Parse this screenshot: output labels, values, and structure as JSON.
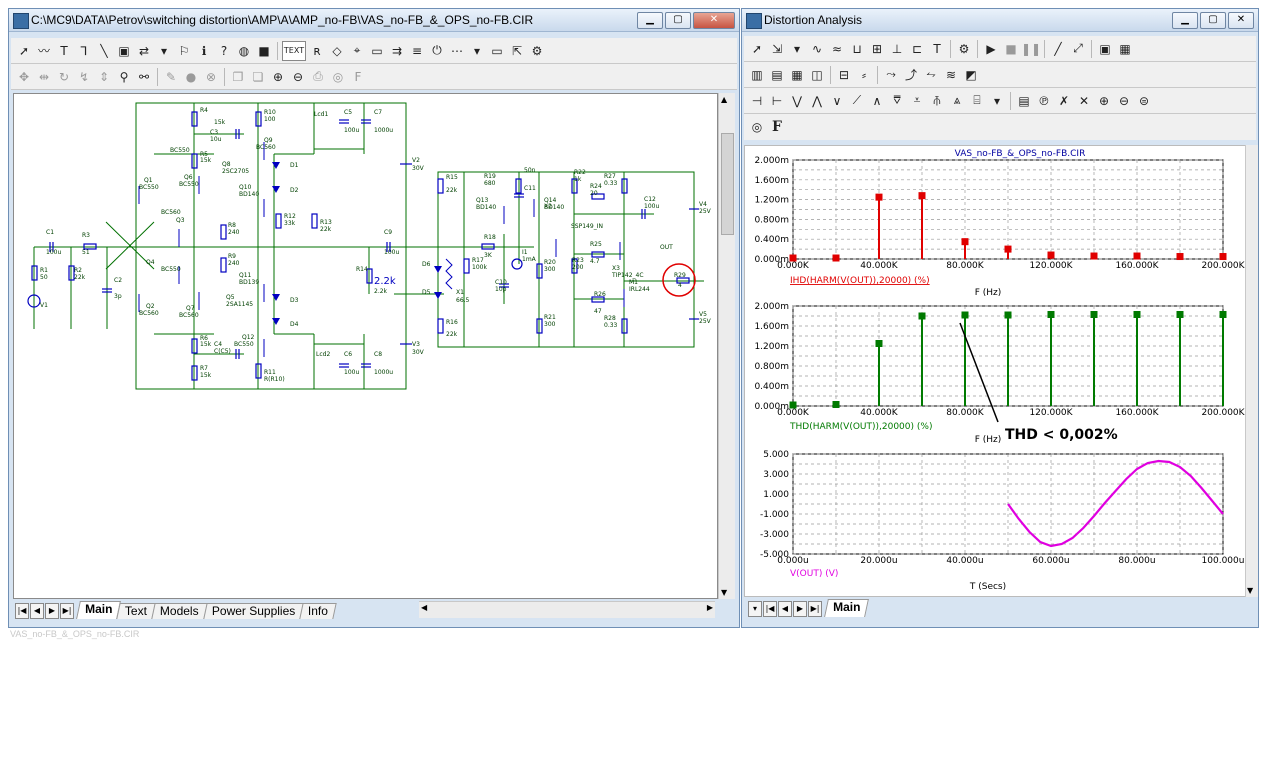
{
  "left_window": {
    "title": "C:\\MC9\\DATA\\Petrov\\switching distortion\\AMP\\A\\AMP_no-FB\\VAS_no-FB_&_OPS_no-FB.CIR",
    "tabs": [
      "Main",
      "Text",
      "Models",
      "Power Supplies",
      "Info"
    ],
    "toolbar1_text_button": "TEXT",
    "schematic": {
      "labels": [
        "R4",
        "15k",
        "C3",
        "10u",
        "BC550",
        "R5",
        "15k",
        "Q8",
        "2SC2705",
        "Q10",
        "BD140",
        "R8",
        "240",
        "R9",
        "240",
        "Q11",
        "BD139",
        "Q5",
        "2SA1145",
        "C4",
        "C(C5)",
        "R6",
        "15k",
        "R7",
        "15k",
        "Q1",
        "BC550",
        "Q6",
        "BC550",
        "Q3",
        "BC560",
        "Q4",
        "BC550",
        "Q2",
        "BC560",
        "Q7",
        "BC560",
        "Q9",
        "BC560",
        "Q12",
        "BC550",
        "R10",
        "100",
        "R11",
        "R(R10)",
        "D1",
        "D2",
        "D3",
        "D4",
        "R12",
        "33k",
        "R13",
        "22k",
        "Lcd1",
        "Lcd2",
        "C5",
        "100u",
        "C6",
        "100u",
        "C7",
        "1000u",
        "C8",
        "1000u",
        "V2",
        "30V",
        "V3",
        "30V",
        "C1",
        "100u",
        "R3",
        "51",
        "R1",
        "50",
        "R2",
        "22k",
        "C2",
        "3p",
        "V1",
        "C9",
        "100u",
        "R14",
        "2.2k",
        "R15",
        "22k",
        "R16",
        "22k",
        "D6",
        "D5",
        "X1",
        "66.5",
        "R18",
        "3K",
        "R17",
        "100k",
        "R19",
        "680",
        "Q13",
        "BD140",
        "C10",
        "10p",
        "I1",
        "1mA",
        "50n",
        "C11",
        "R20",
        "300",
        "R21",
        "300",
        "Q14",
        "BD140",
        "X2",
        "SSP149_IN",
        "R22",
        "1k",
        "R23",
        "200",
        "R24",
        "20",
        "R25",
        "4.7",
        "R26",
        "47",
        "R27",
        "0.33",
        "R28",
        "0.33",
        "X3",
        "TIP142_4C",
        "M1",
        "IRL244",
        "C12",
        "100u",
        "V4",
        "25V",
        "V5",
        "25V",
        "R29",
        "4",
        "OUT"
      ]
    }
  },
  "right_window": {
    "title": "Distortion Analysis",
    "tab": "Main",
    "toolbar_f_label": "F",
    "annotation": "THD < 0,002%",
    "chart_data": [
      {
        "type": "bar",
        "title": "VAS_no-FB_&_OPS_no-FB.CIR",
        "series": [
          {
            "name": "IHD(HARM(V(OUT)),20000) (%)",
            "color": "#e00000",
            "x": [
              0,
              20000,
              40000,
              60000,
              80000,
              100000,
              120000,
              140000,
              160000,
              180000,
              200000
            ],
            "values": [
              0.02,
              0.02,
              1.25,
              1.28,
              0.35,
              0.2,
              0.08,
              0.06,
              0.06,
              0.05,
              0.05
            ]
          }
        ],
        "xlabel": "F (Hz)",
        "xlim": [
          0,
          200000
        ],
        "ylim": [
          0,
          2.0
        ],
        "xticks": [
          "0.000K",
          "40.000K",
          "80.000K",
          "120.000K",
          "160.000K",
          "200.000K"
        ],
        "yticks": [
          "0.000m",
          "0.400m",
          "0.800m",
          "1.200m",
          "1.600m",
          "2.000m"
        ]
      },
      {
        "type": "bar",
        "series": [
          {
            "name": "THD(HARM(V(OUT)),20000) (%)",
            "color": "#007a00",
            "x": [
              0,
              20000,
              40000,
              60000,
              80000,
              100000,
              120000,
              140000,
              160000,
              180000,
              200000
            ],
            "values": [
              0.02,
              0.03,
              1.25,
              1.8,
              1.82,
              1.82,
              1.83,
              1.83,
              1.83,
              1.83,
              1.83
            ]
          }
        ],
        "xlabel": "F (Hz)",
        "xlim": [
          0,
          200000
        ],
        "ylim": [
          0,
          2.0
        ],
        "xticks": [
          "0.000K",
          "40.000K",
          "80.000K",
          "120.000K",
          "160.000K",
          "200.000K"
        ],
        "yticks": [
          "0.000m",
          "0.400m",
          "0.800m",
          "1.200m",
          "1.600m",
          "2.000m"
        ]
      },
      {
        "type": "line",
        "series": [
          {
            "name": "V(OUT) (V)",
            "color": "#e000e0",
            "x": [
              50,
              52.5,
              55,
              57.5,
              60,
              62.5,
              65,
              67.5,
              70,
              72.5,
              75,
              77.5,
              80,
              82.5,
              85,
              87.5,
              90,
              92.5,
              95,
              97.5,
              100
            ],
            "values": [
              0.0,
              -1.5,
              -2.8,
              -3.8,
              -4.2,
              -4.0,
              -3.4,
              -2.4,
              -1.2,
              0.1,
              1.3,
              2.5,
              3.5,
              4.1,
              4.3,
              4.2,
              3.7,
              2.8,
              1.6,
              0.3,
              -1.0
            ]
          }
        ],
        "xlabel": "T (Secs)",
        "xlim": [
          0,
          100
        ],
        "ylim": [
          -5.0,
          5.0
        ],
        "xticks": [
          "0.000u",
          "20.000u",
          "40.000u",
          "60.000u",
          "80.000u",
          "100.000u"
        ],
        "yticks": [
          "-5.000",
          "-3.000",
          "-1.000",
          "1.000",
          "3.000",
          "5.000"
        ]
      }
    ]
  },
  "status_text": "VAS_no-FB_&_OPS_no-FB.CIR"
}
